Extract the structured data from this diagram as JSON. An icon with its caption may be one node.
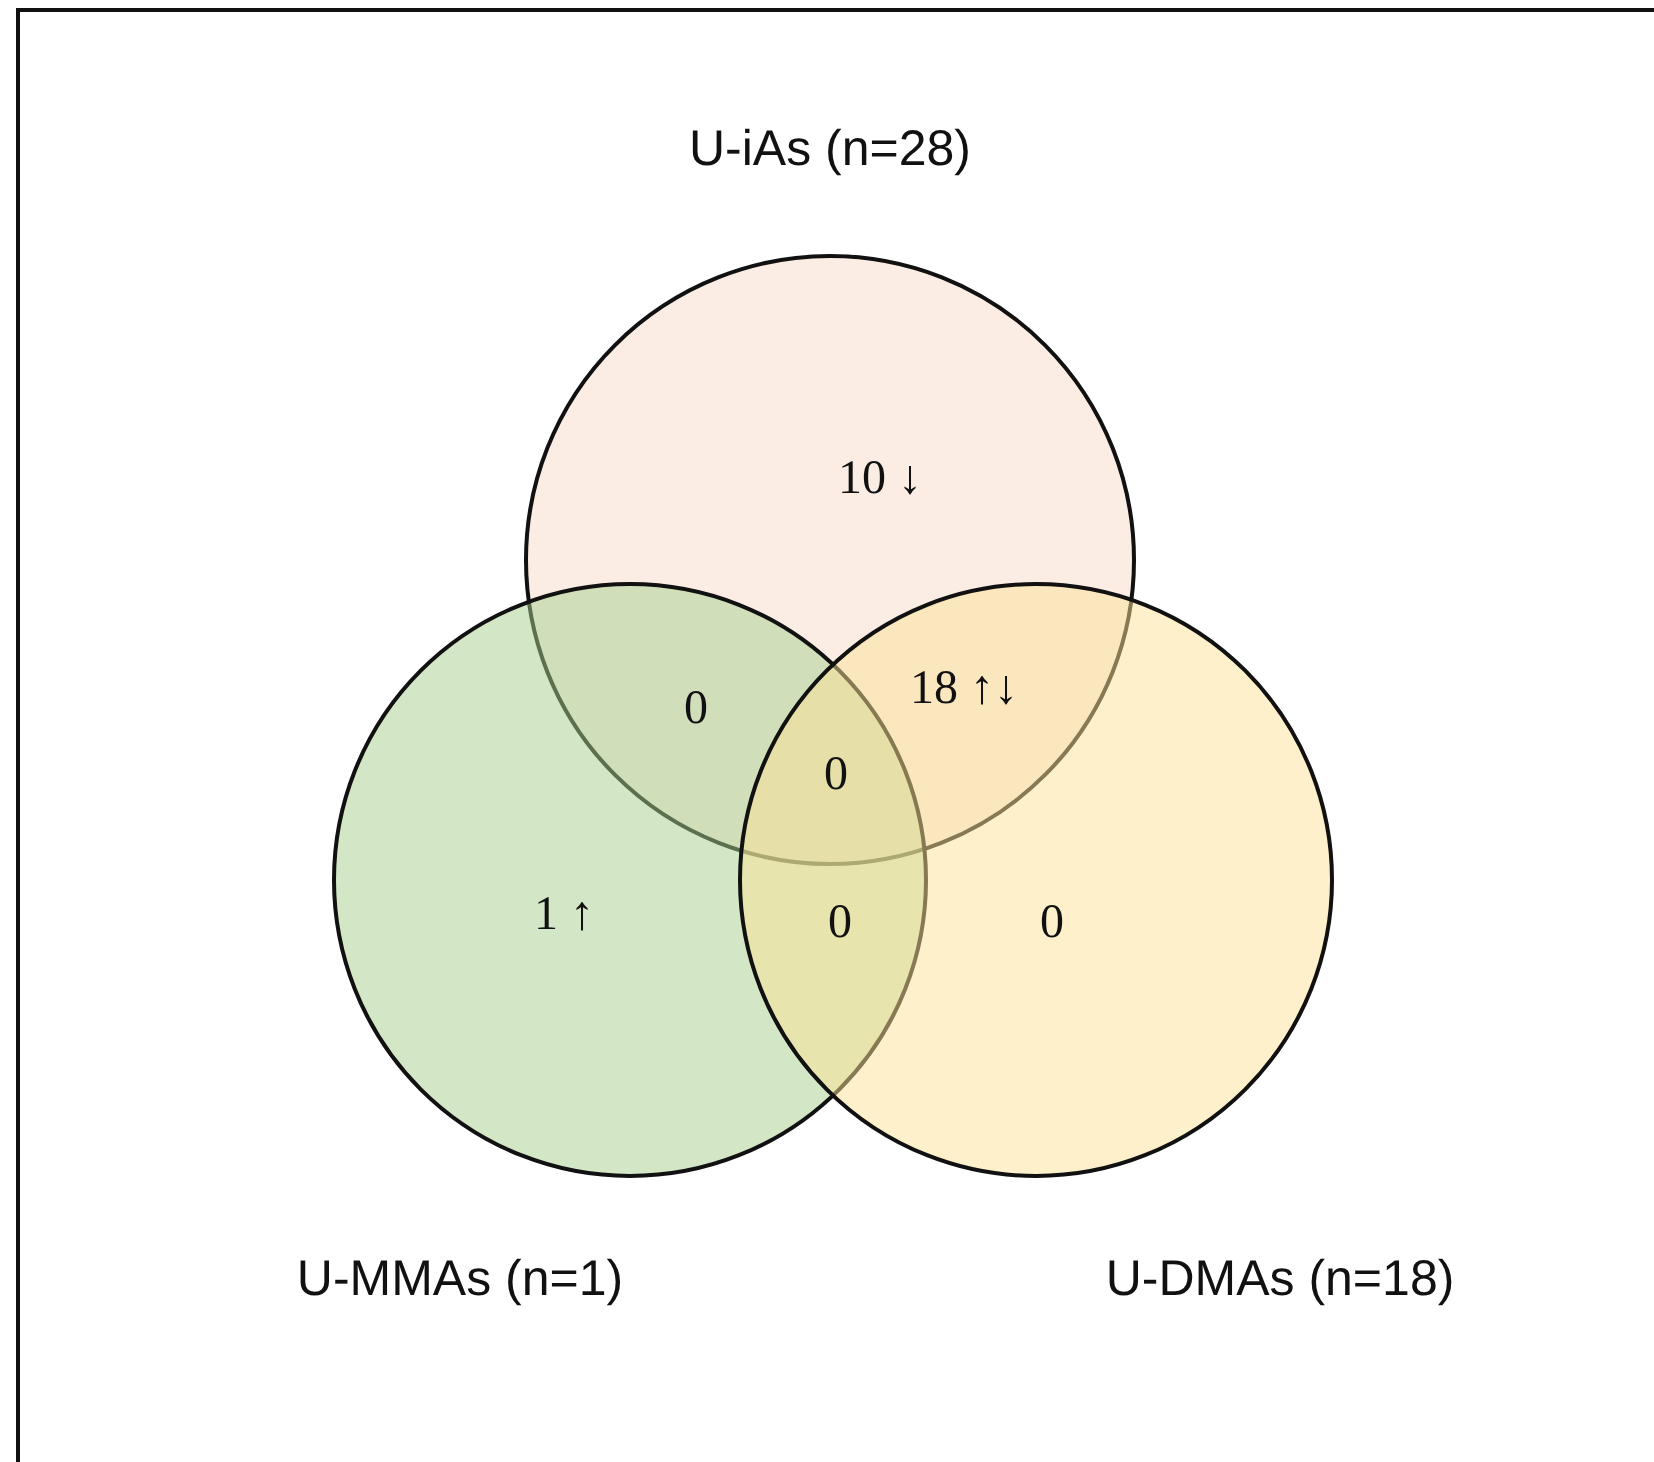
{
  "diagram": {
    "nodes": [
      {
        "text": [
          "U-iAs (n=28)"
        ]
      },
      {
        "text": [
          "U-MMAs (n=1)"
        ]
      },
      {
        "text": [
          "U-DMAs (n=18)"
        ]
      }
    ],
    "edges": [],
    "labels": [
      "10 ↓",
      "0",
      "18 ↑↓",
      "0",
      "1 ↑",
      "0",
      "0"
    ]
  }
}
